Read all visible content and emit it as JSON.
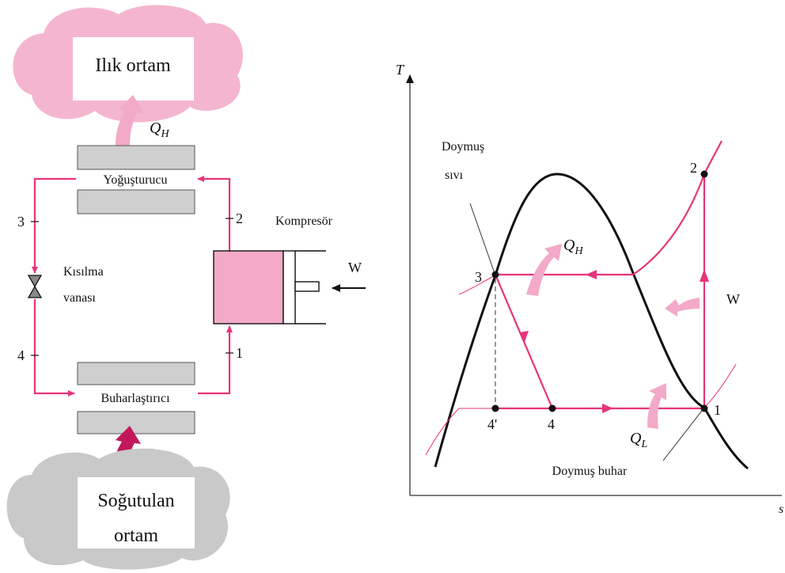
{
  "colors": {
    "magenta": "#e8347a",
    "pink_fill": "#f2aac8",
    "cloud_warm": "#f4b6cf",
    "cloud_cold": "#c9c9c9",
    "gray_box": "#cfcfcf",
    "black": "#111111"
  },
  "cycle_diagram": {
    "warm_space": "Ilık ortam",
    "cold_space_line1": "Soğutulan",
    "cold_space_line2": "ortam",
    "condenser": "Yoğuşturucu",
    "evaporator": "Buharlaştırıcı",
    "compressor": "Kompresör",
    "valve_line1": "Kısılma",
    "valve_line2": "vanası",
    "heat_out": {
      "symbol": "Q",
      "sub": "H"
    },
    "heat_in": {
      "symbol": "Q",
      "sub": "L"
    },
    "work": "W",
    "state_labels": [
      "1",
      "2",
      "3",
      "4"
    ]
  },
  "ts_diagram": {
    "y_axis": "T",
    "x_axis": "s",
    "sat_liquid_line1": "Doymuş",
    "sat_liquid_line2": "sıvı",
    "sat_vapor": "Doymuş buhar",
    "heat_out": {
      "symbol": "Q",
      "sub": "H"
    },
    "heat_in": {
      "symbol": "Q",
      "sub": "L"
    },
    "work": "W",
    "points": [
      "1",
      "2",
      "3",
      "4",
      "4'"
    ]
  }
}
